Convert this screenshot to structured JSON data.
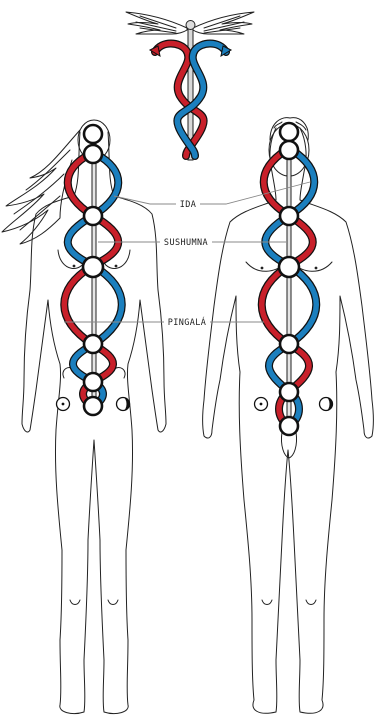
{
  "labels": {
    "ida": "IDA",
    "sushumna": "SUSHUMNA",
    "pingala": "PINGALÁ"
  },
  "symbols": {
    "sun": "sun-icon",
    "moon": "moon-icon"
  },
  "colors": {
    "pingala_channel": "#c8202a",
    "ida_channel": "#1b7fbe",
    "outline": "#222222"
  }
}
